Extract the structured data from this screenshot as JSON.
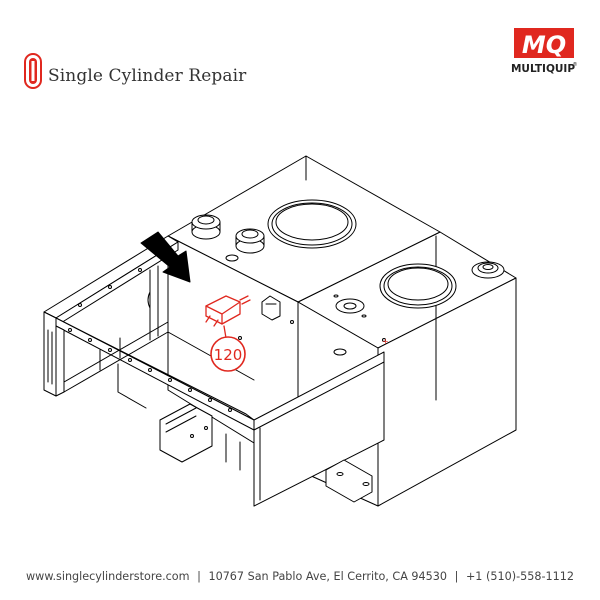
{
  "brand": {
    "name": "Single Cylinder Repair",
    "partner_logo_text": "MQ",
    "partner_name": "MULTIQUIP",
    "registered_mark": "®"
  },
  "diagram": {
    "callout_number": "120"
  },
  "footer": {
    "website": "www.singlecylinderstore.com",
    "address": "10767 San Pablo Ave, El Cerrito, CA 94530",
    "phone": "+1 (510)-558-1112",
    "separator": "|"
  },
  "colors": {
    "accent": "#e0281f",
    "text": "#333333",
    "line": "#000000"
  }
}
